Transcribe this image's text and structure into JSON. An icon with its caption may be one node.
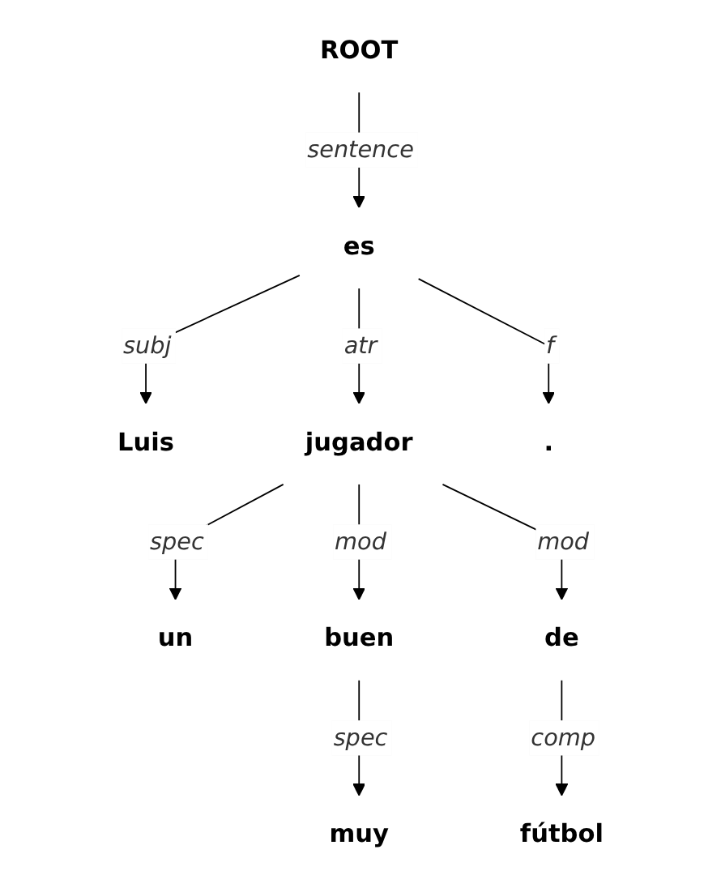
{
  "diagram": {
    "nodes": [
      {
        "text": [
          "ROOT"
        ]
      },
      {
        "text": [
          "es"
        ]
      },
      {
        "text": [
          "Luis"
        ]
      },
      {
        "text": [
          "jugador"
        ]
      },
      {
        "text": [
          "."
        ]
      },
      {
        "text": [
          "un"
        ]
      },
      {
        "text": [
          "buen"
        ]
      },
      {
        "text": [
          "de"
        ]
      },
      {
        "text": [
          "muy"
        ]
      },
      {
        "text": [
          "fútbol"
        ]
      }
    ],
    "edges": [
      {
        "from": 0,
        "to": 1,
        "arrow": "to",
        "label": "sentence"
      },
      {
        "from": 1,
        "to": 2,
        "arrow": "to",
        "label": "subj"
      },
      {
        "from": 1,
        "to": 3,
        "arrow": "to",
        "label": "atr"
      },
      {
        "from": 1,
        "to": 4,
        "arrow": "to",
        "label": "f"
      },
      {
        "from": 3,
        "to": 5,
        "arrow": "to",
        "label": "spec"
      },
      {
        "from": 3,
        "to": 6,
        "arrow": "to",
        "label": "mod"
      },
      {
        "from": 3,
        "to": 7,
        "arrow": "to",
        "label": "mod"
      },
      {
        "from": 6,
        "to": 8,
        "arrow": "to",
        "label": "spec"
      },
      {
        "from": 7,
        "to": 9,
        "arrow": "to",
        "label": "comp"
      }
    ]
  }
}
